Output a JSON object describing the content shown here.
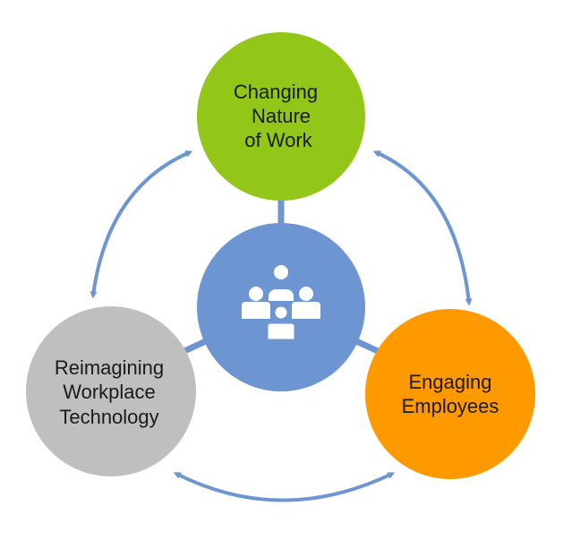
{
  "nodes": {
    "top": {
      "lines": [
        "Changing",
        "Nature",
        "of Work"
      ],
      "color": "#92C619"
    },
    "right": {
      "lines": [
        "Engaging",
        "Employees"
      ],
      "color": "#FF9900"
    },
    "left": {
      "lines": [
        "Reimagining",
        "Workplace",
        "Technology"
      ],
      "color": "#BFBFBF"
    },
    "center": {
      "icon": "people-group-icon",
      "color": "#6C95D2"
    }
  },
  "arrow_color": "#6C95D2",
  "connector_color": "#6C95D2"
}
